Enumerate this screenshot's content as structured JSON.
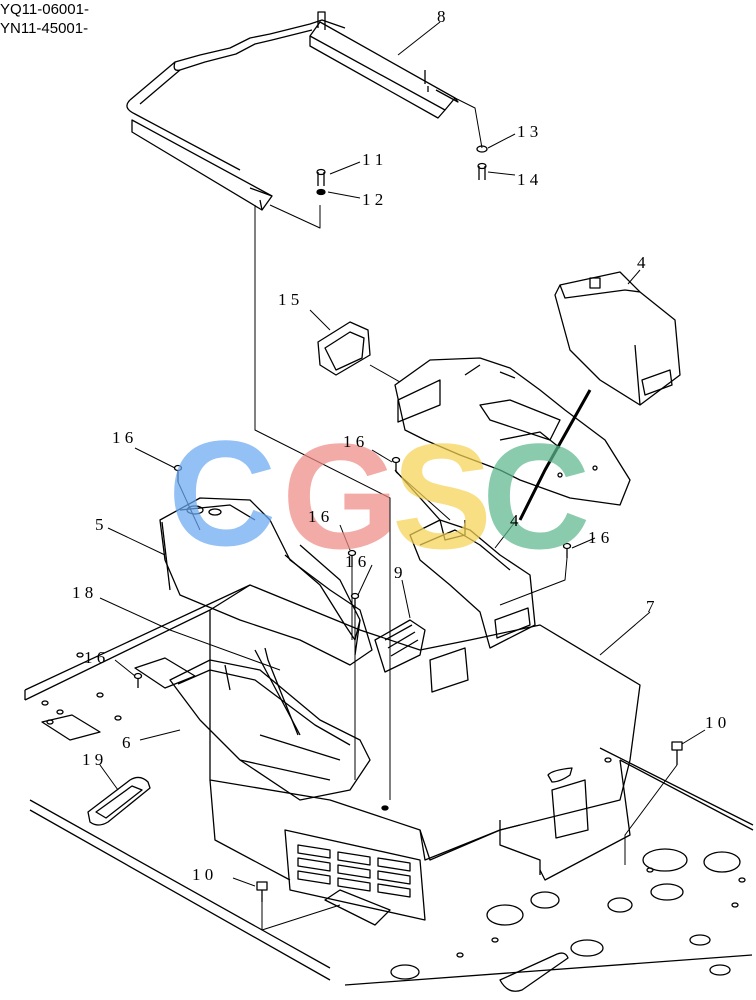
{
  "header": {
    "serial_lines": [
      "YQ11-06001-",
      "YN11-45001-"
    ]
  },
  "watermark": {
    "letters": [
      "C",
      "G",
      "S",
      "C"
    ],
    "colors": [
      "#6aa8f2",
      "#ef8b86",
      "#f6d355",
      "#5cb88d"
    ]
  },
  "callouts": {
    "c8": "8",
    "c13": "1 3",
    "c14": "1 4",
    "c11": "1 1",
    "c12": "1 2",
    "c4a": "4",
    "c15": "1 5",
    "c16a": "1 6",
    "c16b": "1 6",
    "c16c": "1 6",
    "c16d": "1 6",
    "c16e": "1 6",
    "c16f": "1 6",
    "c4b": "4",
    "c5": "5",
    "c9": "9",
    "c18": "1 8",
    "c7": "7",
    "c6": "6",
    "c19": "1 9",
    "c10a": "1 0",
    "c10b": "1 0"
  },
  "colors": {
    "line": "#000000",
    "paper": "#ffffff"
  }
}
